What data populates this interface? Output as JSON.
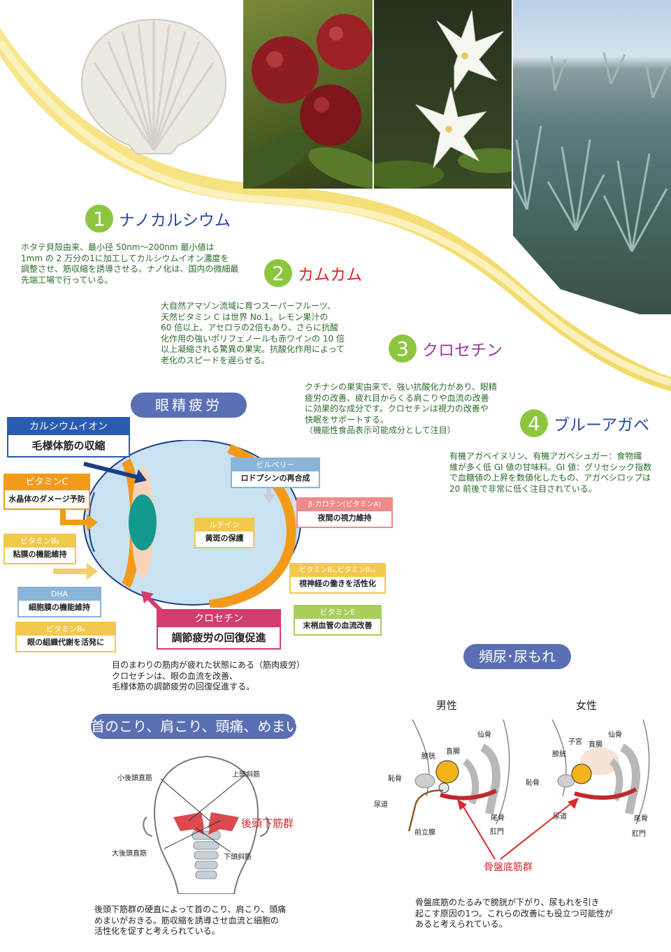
{
  "items": [
    {
      "num": "1",
      "title": "ナノカルシウム",
      "color": "#8cc63f",
      "title_color": "#2a4aa0",
      "lines": [
        "ホタテ貝殻由来、最小径 50nm～200nm 最小値は",
        "1mm の 2 万分の1に加工してカルシウムイオン濃度を",
        "調整させ、筋収縮を誘導させる。ナノ化は、国内の微細最",
        "先端工場で行っている。"
      ]
    },
    {
      "num": "2",
      "title": "カムカム",
      "color": "#8cc63f",
      "title_color": "#d8282a",
      "lines": [
        "大自然アマゾン流域に育つスーパーフルーツ、",
        "天然ビタミン C は世界 No.1。レモン果汁の",
        "60 倍以上、アセロラの2倍もあり、さらに抗酸",
        "化作用の強いポリフェノールも赤ワインの 10 倍",
        "以上凝縮される驚異の果実。抗酸化作用によって",
        "老化のスピードを遅らせる。"
      ]
    },
    {
      "num": "3",
      "title": "クロセチン",
      "color": "#8cc63f",
      "title_color": "#9a3a9a",
      "lines": [
        "クチナシの果実由来で、強い抗酸化力があり、眼精",
        "疲労の改善、疲れ目からくる肩こりや血流の改善",
        "に効果的な成分です。クロセチンは視力の改善や",
        "快眠をサポートする。",
        "（機能性食品表示可能成分として注目）"
      ]
    },
    {
      "num": "4",
      "title": "ブルーアガベ",
      "color": "#8cc63f",
      "title_color": "#2a4aa0",
      "lines": [
        "有機アガベイヌリン、有機アガベシュガー：食物繊",
        "維が多く低 GI 値の甘味料。GI 値：グリセシック指数",
        "で血糖値の上昇を数値化したもの、アガベシロップは",
        "20 前後で非常に低く注目されている。"
      ]
    }
  ],
  "eye": {
    "pill": "眼精疲労",
    "labels": [
      {
        "head": "カルシウムイオン",
        "body": "毛様体筋の収縮",
        "color": "#2a5bb0"
      },
      {
        "head": "ビタミンC",
        "body": "水晶体のダメージ予防",
        "color": "#f39a1b"
      },
      {
        "head": "ビタミンB₂",
        "body": "粘膜の機能維持",
        "color": "#f2c94c"
      },
      {
        "head": "DHA",
        "body": "細胞膜の機能維持",
        "color": "#8ab4d8"
      },
      {
        "head": "ビタミンB₆",
        "body": "眼の組織代謝を活発に",
        "color": "#f2c94c"
      },
      {
        "head": "クロセチン",
        "body": "調節疲労の回復促進",
        "color": "#d33c6e"
      },
      {
        "head": "ビルベリー",
        "body": "ロドプシンの再合成",
        "color": "#8ab4d8"
      },
      {
        "head": "β-カロテン(ビタミンA)",
        "body": "夜間の視力維持",
        "color": "#ef8a8a"
      },
      {
        "head": "ルテイン",
        "body": "黄斑の保護",
        "color": "#f2c94c"
      },
      {
        "head": "ビタミンB₁,ビタミンB₁₂",
        "body": "視神経の働きを活性化",
        "color": "#f2c94c"
      },
      {
        "head": "ビタミンE",
        "body": "末梢血管の血流改善",
        "color": "#a8cf5a"
      }
    ],
    "note": [
      "目のまわりの筋肉が疲れた状態にある（筋肉疲労）",
      "クロセチンは、眼の血流を改善、",
      "毛様体筋の調節疲労の回復促進する。"
    ]
  },
  "neck": {
    "pill": "首のこり、肩こり、頭痛、めまい",
    "labels": {
      "a": "小後頭直筋",
      "b": "上頭斜筋",
      "c": "大後頭直筋",
      "d": "下頭斜筋",
      "group": "後頭下筋群"
    },
    "note": [
      "後頭下筋群の硬直によって首のこり、肩こり、頭痛",
      "めまいがおきる。筋収縮を誘導させ血流と細胞の",
      "活性化を促すと考えられている。"
    ]
  },
  "bladder": {
    "pill": "頻尿･尿もれ",
    "male": "男性",
    "female": "女性",
    "m": {
      "senkotsu": "仙骨",
      "chokucho": "直腸",
      "boko": "膀胱",
      "chikotsu": "恥骨",
      "nyodo": "尿道",
      "zenritsu": "前立腺",
      "bikotsu": "尾骨",
      "komon": "肛門"
    },
    "f": {
      "senkotsu": "仙骨",
      "shikyu": "子宮",
      "chokucho": "直腸",
      "boko": "膀胱",
      "chikotsu": "恥骨",
      "nyodo": "尿道",
      "bikotsu": "尾骨",
      "komon": "肛門"
    },
    "group": "骨盤底筋群",
    "note": [
      "骨盤底筋のたるみで膀胱が下がり、尿もれを引き",
      "起こす原因の1つ。これらの改善にも役立つ可能性が",
      "あると考えられている。"
    ]
  }
}
